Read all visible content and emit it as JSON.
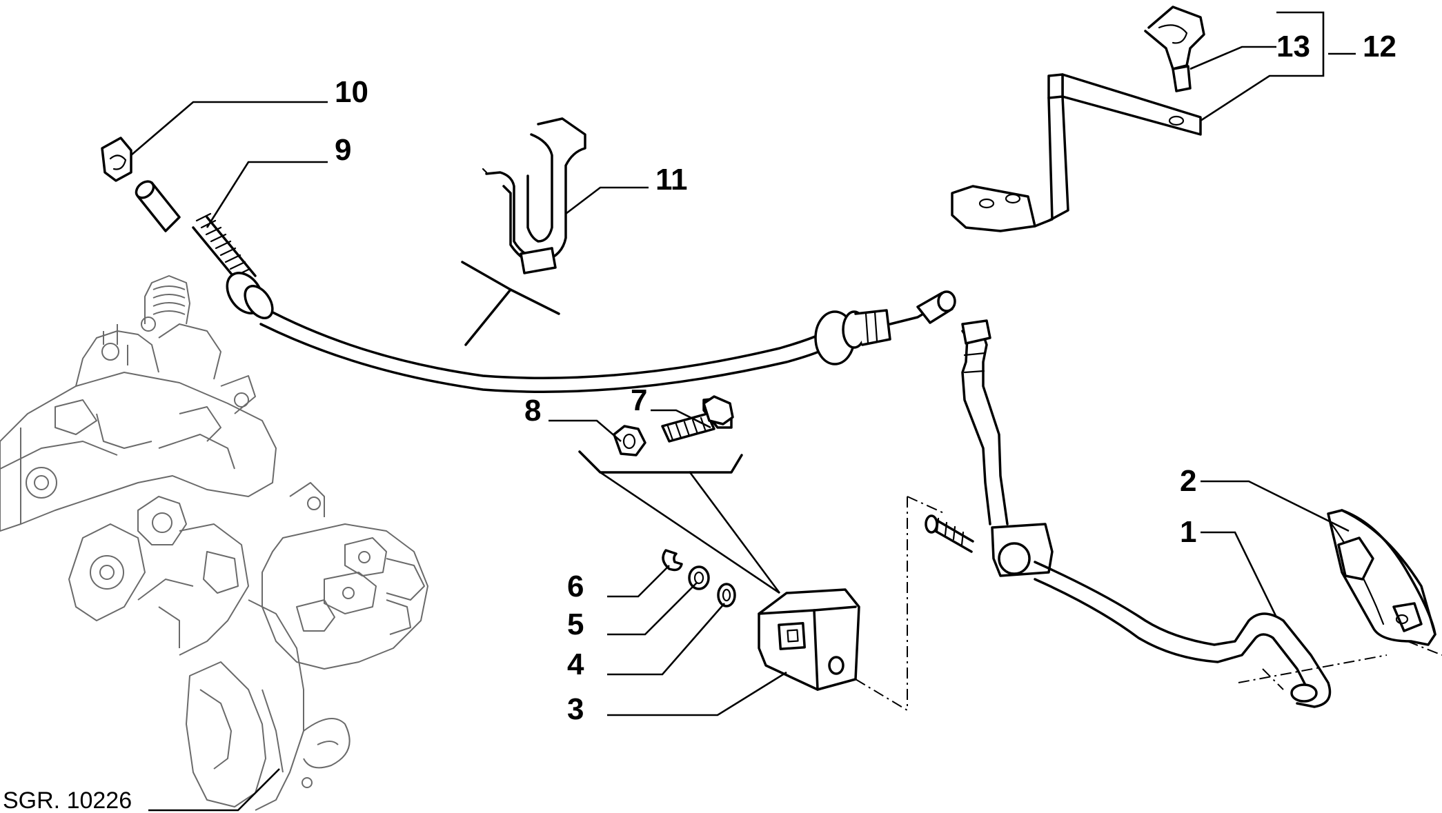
{
  "drawing_ref": "SGR. 10226",
  "callouts": [
    "1",
    "2",
    "3",
    "4",
    "5",
    "6",
    "7",
    "8",
    "9",
    "10",
    "11",
    "12",
    "13"
  ]
}
